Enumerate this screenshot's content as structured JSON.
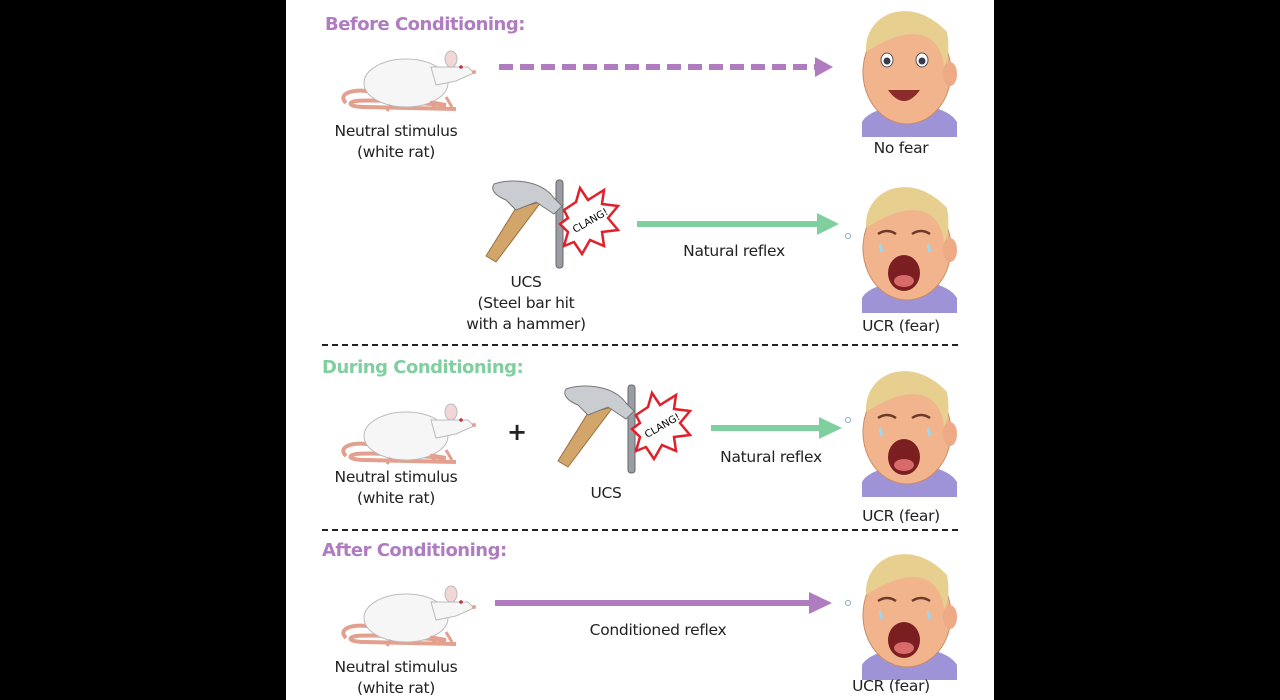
{
  "colors": {
    "before": "#b07cc0",
    "during": "#7fcf9f",
    "after": "#b07cc0",
    "divider": "#222222"
  },
  "before": {
    "title": "Before Conditioning:",
    "rat_label": [
      "Neutral stimulus",
      "(white rat)"
    ],
    "baby_label": "No fear",
    "ucs_label": [
      "UCS",
      "(Steel bar hit",
      "with a hammer)"
    ],
    "clang": "CLANG!",
    "arrow_label": "Natural reflex",
    "ucr_label": "UCR (fear)"
  },
  "during": {
    "title": "During Conditioning:",
    "rat_label": [
      "Neutral stimulus",
      "(white rat)"
    ],
    "plus": "+",
    "ucs_label": "UCS",
    "clang": "CLANG!",
    "arrow_label": "Natural reflex",
    "ucr_label": "UCR (fear)"
  },
  "after": {
    "title": "After Conditioning:",
    "rat_label": [
      "Neutral stimulus",
      "(white rat)"
    ],
    "arrow_label": "Conditioned reflex",
    "ucr_label": "UCR (fear)"
  }
}
